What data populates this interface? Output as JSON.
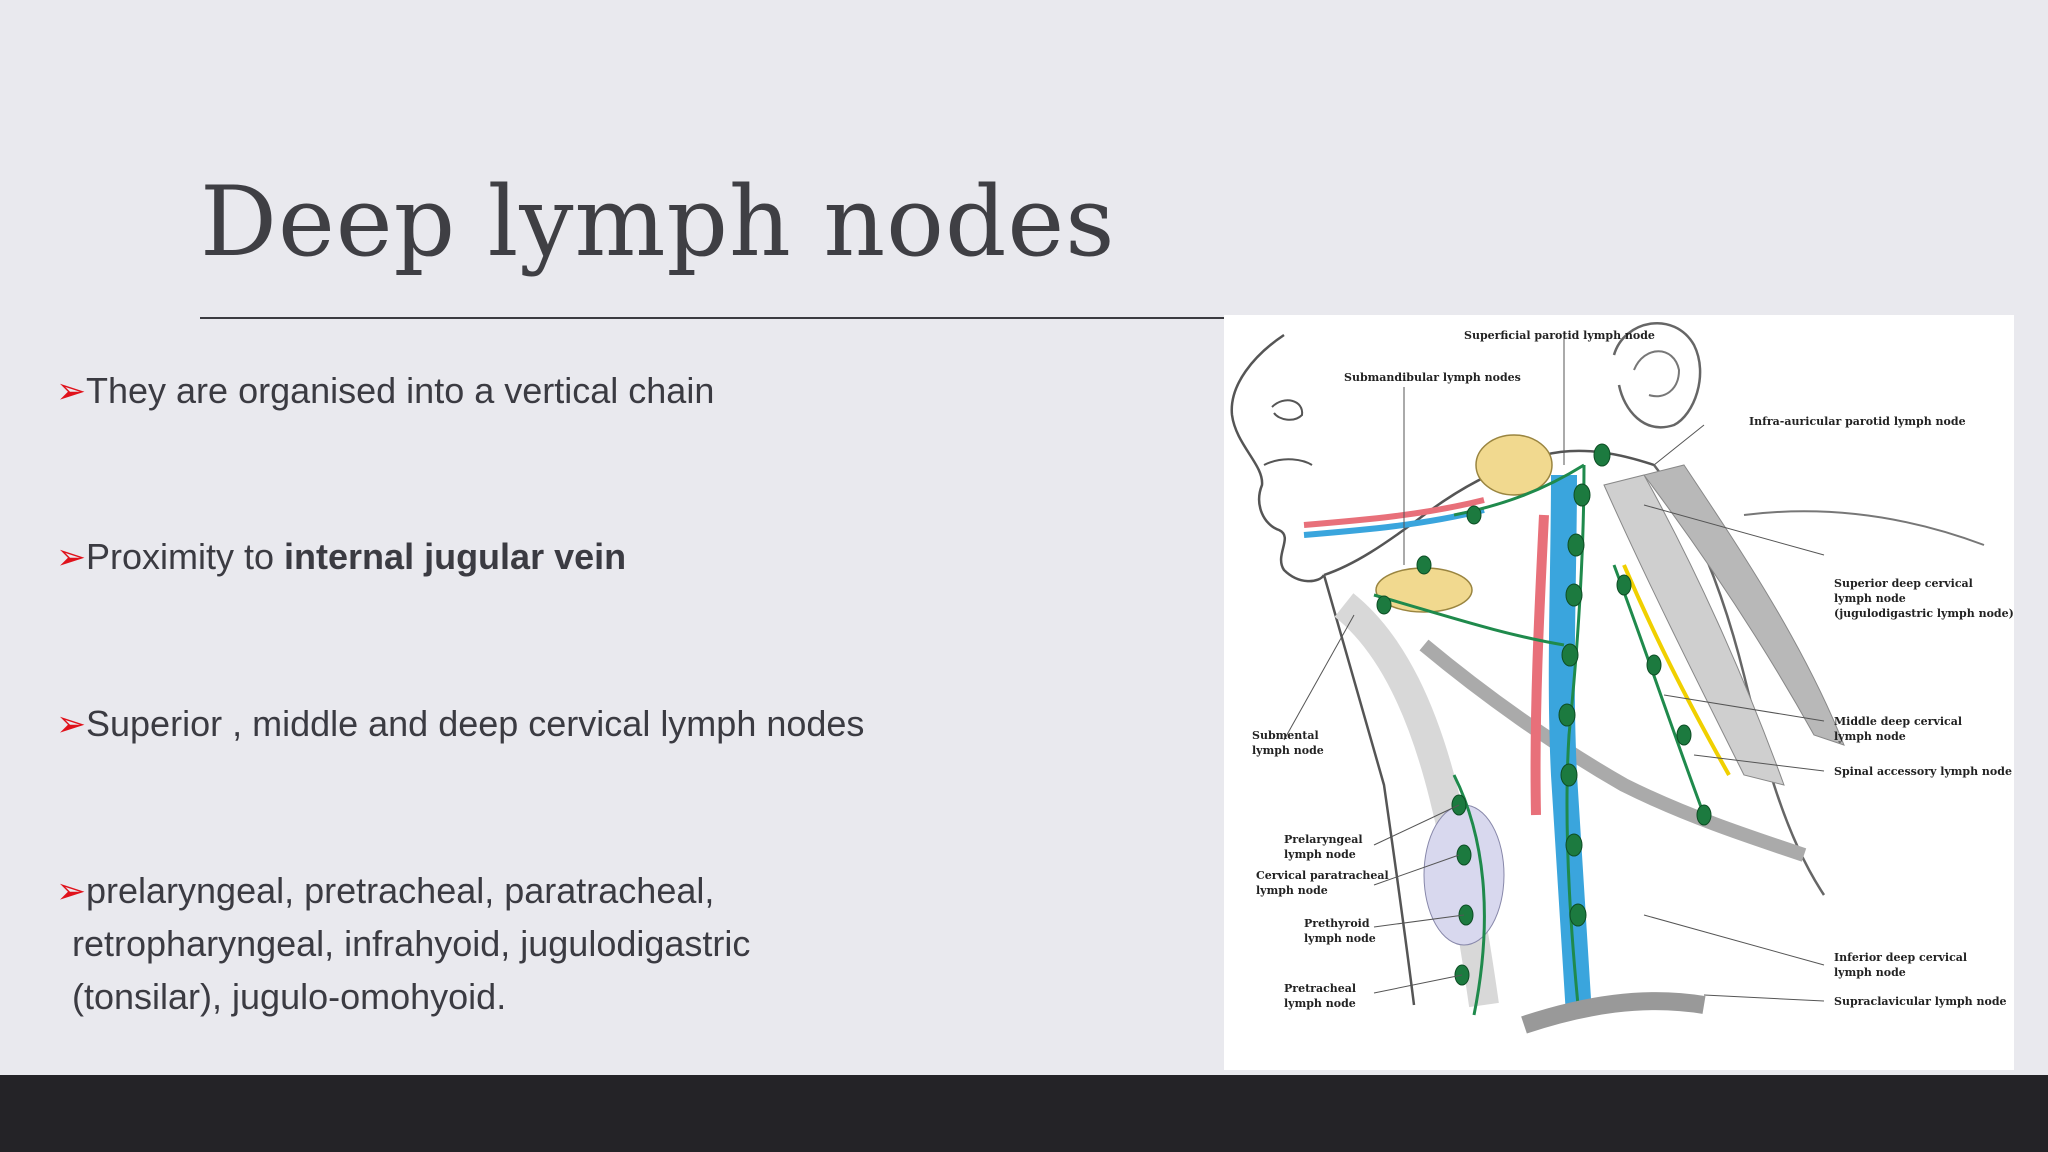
{
  "slide": {
    "title": "Deep lymph nodes"
  },
  "bullets": [
    {
      "pre": "They are organised into a vertical chain",
      "bold": "",
      "post": ""
    },
    {
      "pre": "Proximity to ",
      "bold": "internal jugular vein",
      "post": ""
    },
    {
      "pre": "Superior , middle and deep cervical lymph nodes",
      "bold": "",
      "post": ""
    }
  ],
  "bullet4": {
    "line1": "prelaryngeal, pretracheal, paratracheal,",
    "line2": "retropharyngeal, infrahyoid, jugulodigastric",
    "line3": "(tonsilar), jugulo-omohyoid."
  },
  "bullet_icon": "arrow-bullet-icon",
  "figure_labels": {
    "superficial_parotid": "Superficial parotid lymph node",
    "submandibular": "Submandibular lymph nodes",
    "infra_auricular": "Infra-auricular parotid lymph node",
    "superior_deep_1": "Superior deep cervical",
    "superior_deep_2": "lymph node",
    "superior_deep_3": "(jugulodigastric lymph node)",
    "submental_1": "Submental",
    "submental_2": "lymph node",
    "middle_deep_1": "Middle deep cervical",
    "middle_deep_2": "lymph node",
    "spinal_accessory": "Spinal accessory lymph node",
    "prelaryngeal_1": "Prelaryngeal",
    "prelaryngeal_2": "lymph node",
    "cervical_paratracheal_1": "Cervical paratracheal",
    "cervical_paratracheal_2": "lymph node",
    "prethyroid_1": "Prethyroid",
    "prethyroid_2": "lymph node",
    "pretracheal_1": "Pretracheal",
    "pretracheal_2": "lymph node",
    "inferior_deep_1": "Inferior deep cervical",
    "inferior_deep_2": "lymph node",
    "supraclavicular": "Supraclavicular lymph node"
  },
  "colors": {
    "background": "#e9e9ee",
    "bullet_arrow": "#e0121b",
    "footer": "#242327",
    "lymph_green": "#1f8a4c",
    "vein_blue": "#3aa5dd",
    "artery_red": "#e8707a",
    "nerve_yellow": "#f0d000"
  }
}
